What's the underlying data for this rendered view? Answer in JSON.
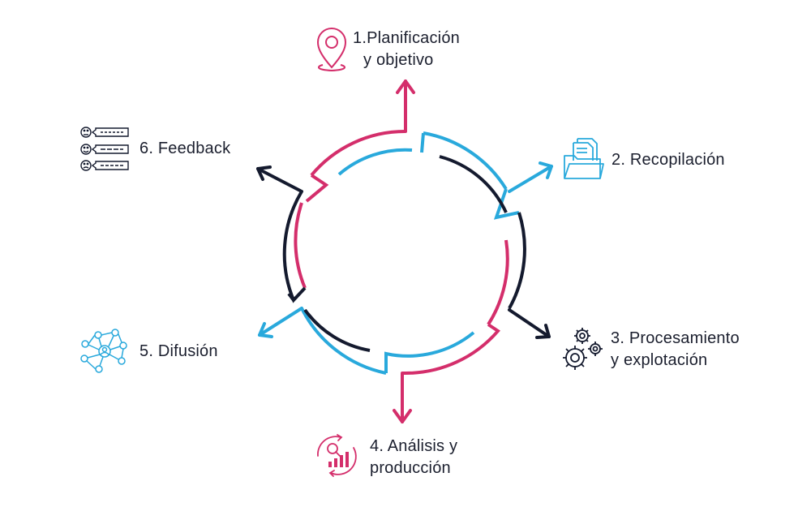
{
  "colors": {
    "pink": "#d42e6b",
    "blue": "#29a9dc",
    "navy": "#141a2e",
    "text": "#1b1f2e"
  },
  "steps": [
    {
      "id": "s1",
      "lines": [
        "1.Planificación",
        "y objetivo"
      ],
      "icon": "location-pin-icon",
      "color": "pink"
    },
    {
      "id": "s2",
      "lines": [
        "2. Recopilación"
      ],
      "icon": "folder-documents-icon",
      "color": "blue"
    },
    {
      "id": "s3",
      "lines": [
        "3. Procesamiento",
        "y explotación"
      ],
      "icon": "gears-icon",
      "color": "navy"
    },
    {
      "id": "s4",
      "lines": [
        "4. Análisis y",
        "producción"
      ],
      "icon": "analytics-chart-icon",
      "color": "pink"
    },
    {
      "id": "s5",
      "lines": [
        "5. Difusión"
      ],
      "icon": "network-people-icon",
      "color": "blue"
    },
    {
      "id": "s6",
      "lines": [
        "6. Feedback"
      ],
      "icon": "feedback-faces-icon",
      "color": "navy"
    }
  ]
}
